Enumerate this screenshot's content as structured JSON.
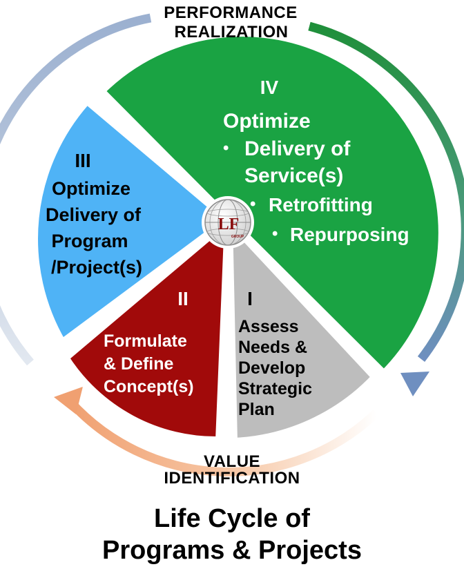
{
  "arcs": {
    "top_label_line1": "PERFORMANCE",
    "top_label_line2": "REALIZATION",
    "bottom_label_line1": "VALUE",
    "bottom_label_line2": "IDENTIFICATION"
  },
  "colors": {
    "green": "#1aa343",
    "blue": "#4fb3f6",
    "red": "#a10a0a",
    "gray": "#bdbdbd",
    "arrow_green": "#1f8f3a",
    "arrow_blue": "#6f8fc0",
    "arrow_orange": "#f0a071"
  },
  "segments": {
    "iv": {
      "numeral": "IV",
      "heading": "Optimize",
      "bullet1_line1": "Delivery of",
      "bullet1_line2": "Service(s)",
      "sub1": "Retrofitting",
      "sub2": "Repurposing"
    },
    "iii": {
      "numeral": "III",
      "line1": "Optimize",
      "line2": "Delivery of",
      "line3": "Program",
      "line4": "/Project(s)"
    },
    "ii": {
      "numeral": "II",
      "line1": "Formulate",
      "line2": "& Define",
      "line3": "Concept(s)"
    },
    "i": {
      "numeral": "I",
      "line1": "Assess",
      "line2": "Needs &",
      "line3": "Develop",
      "line4": "Strategic",
      "line5": "Plan"
    }
  },
  "logo": {
    "mark": "LF",
    "small_text": "GROUP"
  },
  "title": {
    "line1": "Life Cycle of",
    "line2": "Programs & Projects"
  }
}
